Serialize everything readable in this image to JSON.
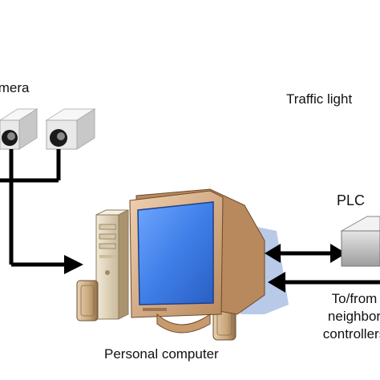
{
  "labels": {
    "camera": "Camera",
    "traffic_light": "Traffic light",
    "plc": "PLC",
    "personal_computer": "Personal computer",
    "to_from_line1": "To/from",
    "to_from_line2": "neighbor",
    "to_from_line3": "controllers"
  },
  "icons": [
    "camera-icon",
    "camera-icon",
    "computer-tower-icon",
    "crt-monitor-icon",
    "speaker-icon",
    "speaker-icon",
    "plc-icon"
  ],
  "colors": {
    "monitor_screen": "#3f7fe8",
    "monitor_body": "#d9b08a",
    "shadow": "#b9c9e8",
    "camera_body": "#e9e9e9",
    "line": "#000000"
  }
}
